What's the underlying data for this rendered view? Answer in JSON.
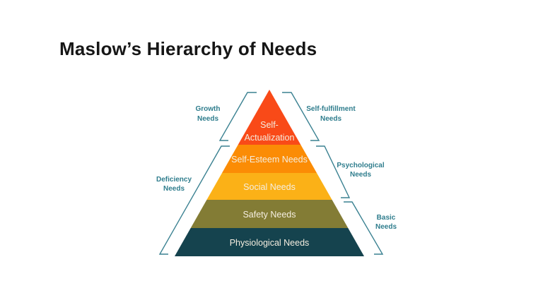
{
  "title": "Maslow’s Hierarchy of Needs",
  "colors": {
    "background": "#FFFFFF",
    "title_text": "#161616",
    "side_text": "#2F7D8D",
    "bracket": "#3A8191",
    "band_text": "#F5EEE0"
  },
  "pyramid": {
    "levels": [
      {
        "name": "self-actualization",
        "label": "Self-Actualization",
        "lines": [
          "Self-",
          "Actualization"
        ],
        "color": "#F94A18"
      },
      {
        "name": "self-esteem",
        "label": "Self-Esteem Needs",
        "color": "#FB8C05"
      },
      {
        "name": "social",
        "label": "Social Needs",
        "color": "#FBB117"
      },
      {
        "name": "safety",
        "label": "Safety Needs",
        "color": "#837C35"
      },
      {
        "name": "physiological",
        "label": "Physiological Needs",
        "color": "#15434E"
      }
    ]
  },
  "groups": {
    "left": [
      {
        "name": "growth-needs",
        "lines": [
          "Growth",
          "Needs"
        ]
      },
      {
        "name": "deficiency-needs",
        "lines": [
          "Deficiency",
          "Needs"
        ]
      }
    ],
    "right": [
      {
        "name": "self-fulfillment-needs",
        "lines": [
          "Self-fulfillment",
          "Needs"
        ]
      },
      {
        "name": "psychological-needs",
        "lines": [
          "Psychological",
          "Needs"
        ]
      },
      {
        "name": "basic-needs",
        "lines": [
          "Basic",
          "Needs"
        ]
      }
    ]
  }
}
